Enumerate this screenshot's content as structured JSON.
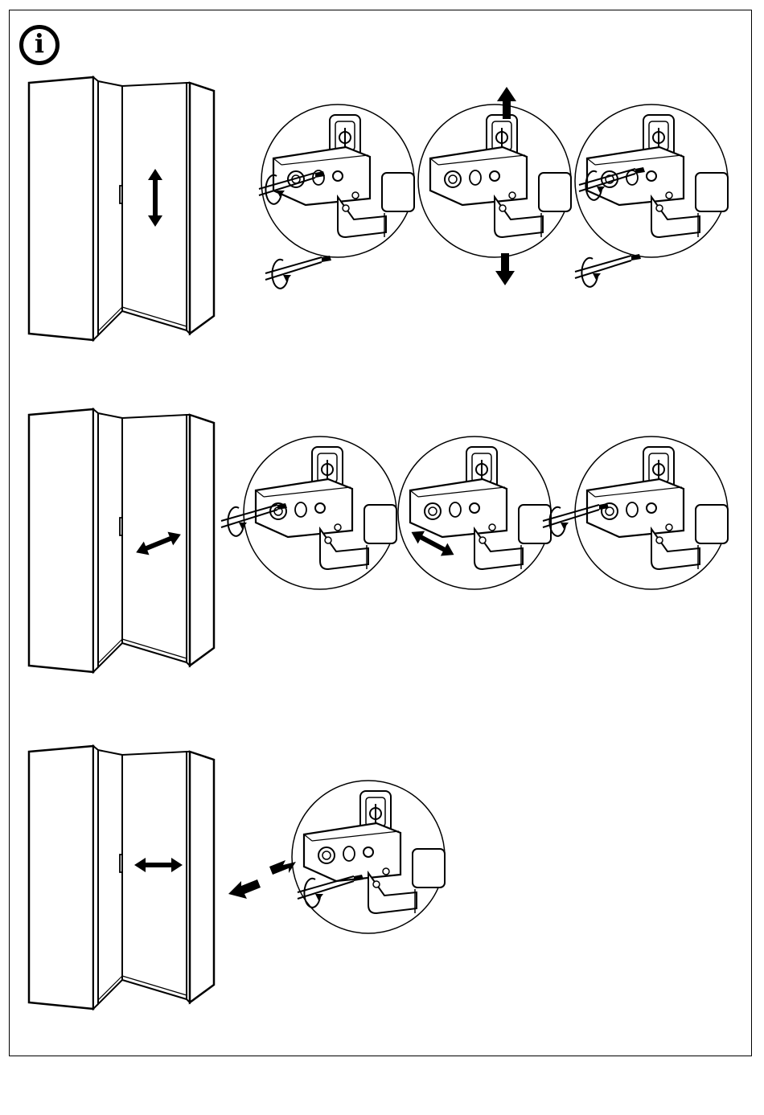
{
  "page": {
    "info_symbol": "i",
    "icon": "info-circle-icon",
    "colors": {
      "ink": "#000000",
      "paper": "#ffffff"
    }
  },
  "steps": [
    {
      "adjustment": "height",
      "arrow_icon": "double-arrow-vertical-icon",
      "details": 3
    },
    {
      "adjustment": "depth",
      "arrow_icon": "double-arrow-diagonal-icon",
      "details": 3
    },
    {
      "adjustment": "side",
      "arrow_icon": "double-arrow-horizontal-icon",
      "details": 1
    }
  ]
}
